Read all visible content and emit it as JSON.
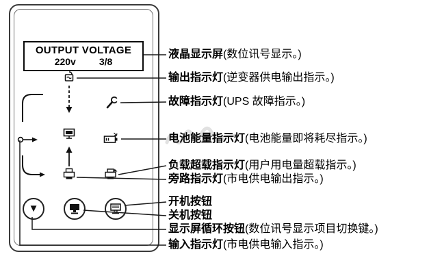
{
  "panel": {
    "lcd": {
      "line1": "OUTPUT VOLTAGE",
      "voltage": "220v",
      "mode": "3/8"
    },
    "buttons": {
      "display_cycle_glyph": "▼"
    }
  },
  "callouts": [
    {
      "name": "液晶显示屏",
      "desc": "(数位讯号显示。)",
      "target": "lcd-display"
    },
    {
      "name": "输出指示灯",
      "desc": "(逆变器供电输出指示。)",
      "target": "output-indicator"
    },
    {
      "name": "故障指示灯",
      "desc": "(UPS 故障指示。)",
      "target": "fault-indicator"
    },
    {
      "name": "电池能量指示灯",
      "desc": "(电池能量即将耗尽指示。)",
      "target": "battery-indicator"
    },
    {
      "name": "负载超载指示灯",
      "desc": "(用户用电量超载指示。)",
      "target": "overload-indicator"
    },
    {
      "name": "旁路指示灯",
      "desc": "(市电供电输出指示。)",
      "target": "bypass-indicator"
    },
    {
      "name": "开机按钮",
      "desc": "",
      "target": "power-on-button"
    },
    {
      "name": "关机按钮",
      "desc": "",
      "target": "power-off-button"
    },
    {
      "name": "显示屏循环按钮",
      "desc": "(数位讯号显示项目切换键。)",
      "target": "display-cycle-button"
    },
    {
      "name": "输入指示灯",
      "desc": "(市电供电输入指示。)",
      "target": "input-indicator"
    }
  ],
  "icons": {
    "output_indicator": "inverter-wave-icon",
    "fault_indicator": "wrench-icon",
    "load": "monitor-icon",
    "battery_indicator": "battery-icon",
    "bypass_indicator": "printer-icon",
    "overload_indicator": "printer-alert-icon",
    "input_indicator": "circle-arrow-icon",
    "display_cycle_button": "triangle-down-icon",
    "power_off_button": "filled-device-icon",
    "power_on_button": "outlined-device-icon",
    "flow_down": "dashed-down-arrow",
    "flow_up": "solid-up-arrow"
  },
  "colors": {
    "ink": "#111111",
    "panel_border": "#3a3a3a",
    "watermark": "#c9c9c9",
    "background": "#ffffff"
  }
}
